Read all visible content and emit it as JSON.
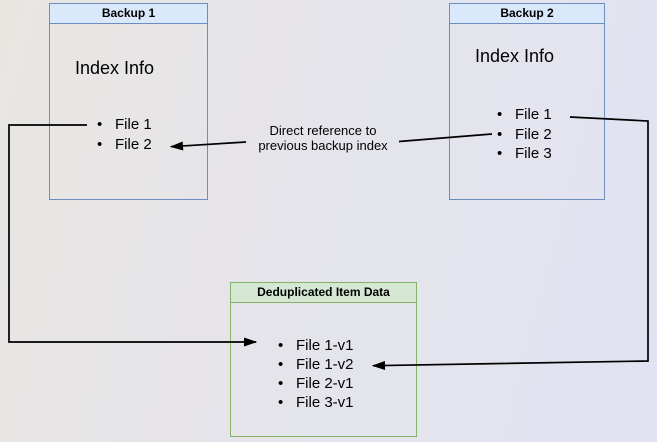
{
  "diagram": {
    "boxes": {
      "backup1": {
        "title": "Backup 1",
        "heading": "Index Info",
        "items": [
          "File 1",
          "File 2"
        ]
      },
      "backup2": {
        "title": "Backup 2",
        "heading": "Index Info",
        "items": [
          "File 1",
          "File 2",
          "File 3"
        ]
      },
      "dedup": {
        "title": "Deduplicated Item Data",
        "items": [
          "File 1-v1",
          "File 1-v2",
          "File 2-v1",
          "File 3-v1"
        ]
      }
    },
    "labels": {
      "direct_reference_line1": "Direct reference to",
      "direct_reference_line2": "previous backup index"
    },
    "colors": {
      "blue_header_fill": "#dae8fc",
      "blue_border": "#6c8ebf",
      "green_header_fill": "#d5e8d4",
      "green_border": "#82b366",
      "connector": "#000000",
      "background_left": "#e9e6e2",
      "background_right": "#e1e3f2"
    }
  }
}
